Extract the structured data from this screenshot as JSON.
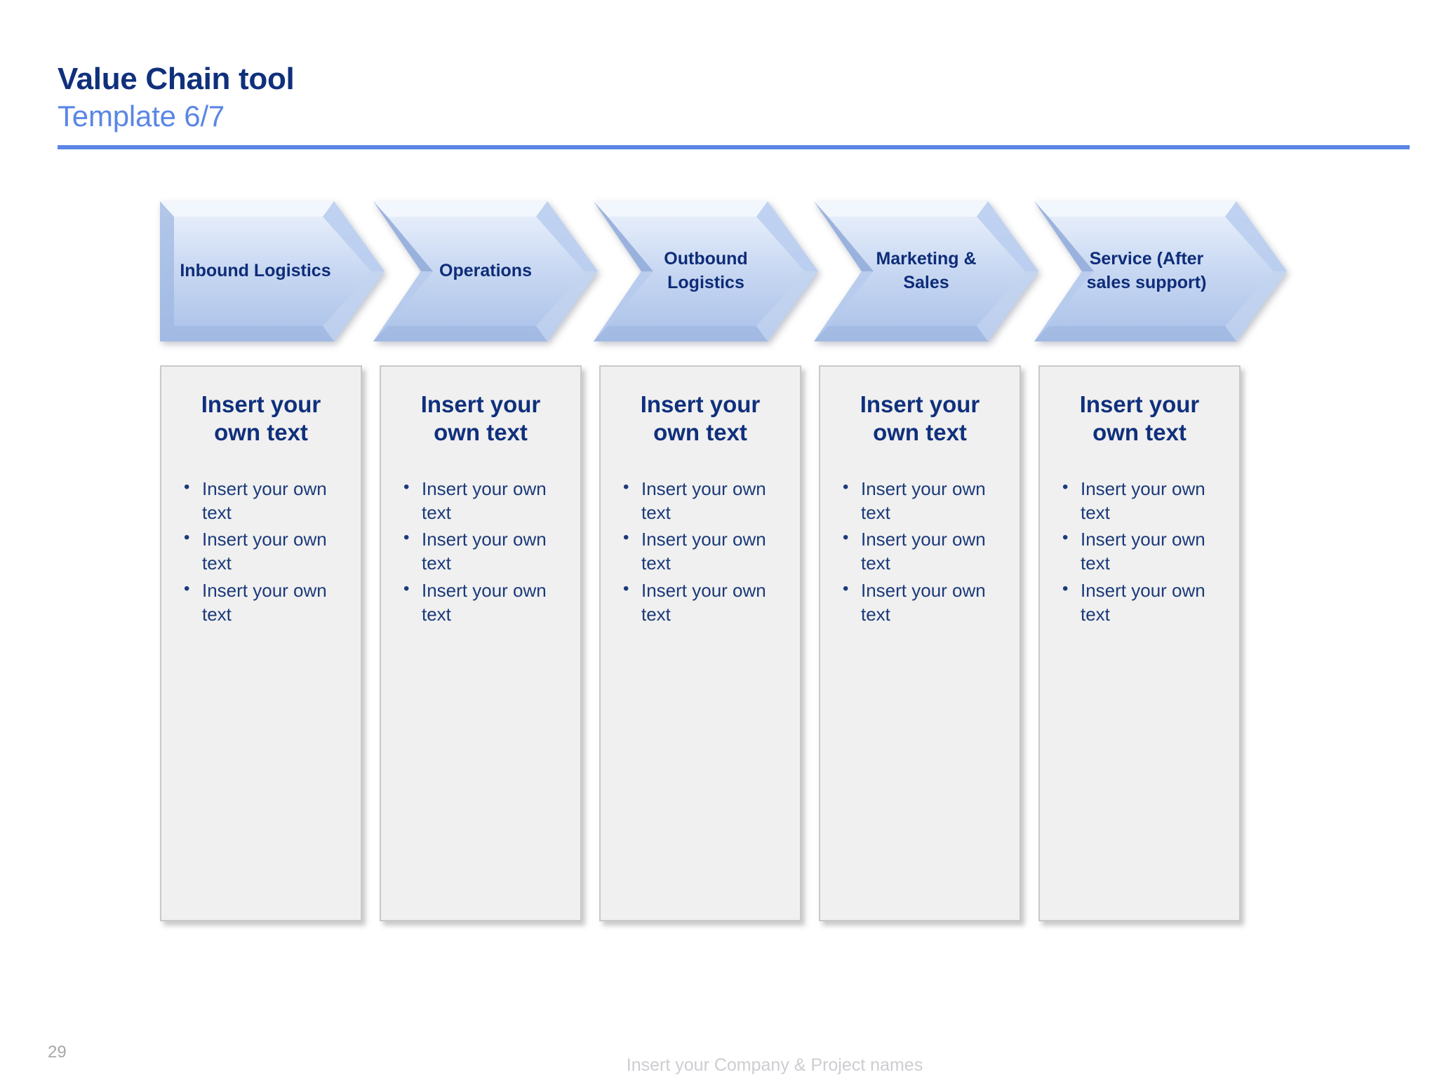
{
  "header": {
    "title": "Value Chain tool",
    "subtitle": "Template 6/7",
    "rule_color": "#5B86E5",
    "title_color": "#10307C",
    "subtitle_color": "#5B86E5"
  },
  "chevrons": [
    {
      "label": "Inbound Logistics"
    },
    {
      "label": "Operations"
    },
    {
      "label": "Outbound\nLogistics",
      "line1": "Outbound",
      "line2": "Logistics"
    },
    {
      "label": "Marketing &\nSales",
      "line1": "Marketing &",
      "line2": "Sales"
    },
    {
      "label": "Service (After\nsales support)",
      "line1": "Service (After",
      "line2": "sales support)"
    }
  ],
  "chevron_style": {
    "fill_top": "#E9F0FB",
    "fill_bottom": "#A9C0E8",
    "bevel_light": "#F4F8FE",
    "bevel_dark": "#9DB5DE",
    "text_color": "#0E2C78"
  },
  "columns": [
    {
      "heading": "Insert your own text",
      "bullets": [
        "Insert your own text",
        "Insert your own text",
        "Insert your own text"
      ]
    },
    {
      "heading": "Insert your own text",
      "bullets": [
        "Insert your own text",
        "Insert your own text",
        "Insert your own text"
      ]
    },
    {
      "heading": "Insert your own text",
      "bullets": [
        "Insert your own text",
        "Insert your own text",
        "Insert your own text"
      ]
    },
    {
      "heading": "Insert your own text",
      "bullets": [
        "Insert your own text",
        "Insert your own text",
        "Insert your own text"
      ]
    },
    {
      "heading": "Insert your own text",
      "bullets": [
        "Insert your own text",
        "Insert your own text",
        "Insert your own text"
      ]
    }
  ],
  "box_style": {
    "background": "#F0F0F0",
    "border": "#C9C9C9",
    "heading_color": "#10307C",
    "bullet_color": "#1B3A7A"
  },
  "footer": {
    "page_number": "29",
    "note": "Insert your Company & Project names",
    "page_number_color": "#A7A7A7",
    "note_color": "#CDCDD2"
  }
}
